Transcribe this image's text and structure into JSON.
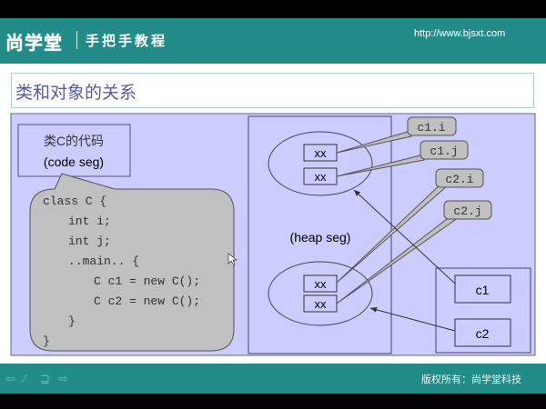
{
  "header": {
    "logo": "尚学堂",
    "slogan": "手把手教程",
    "url": "http://www.bjsxt.com"
  },
  "slide": {
    "title": "类和对象的关系",
    "code_label": [
      "类C的代码",
      "(code seg)"
    ],
    "code_lines": [
      "class C {",
      "int i;",
      "int j;",
      "..main.. {",
      "C c1 = new C();",
      "C c2 = new C();",
      "}",
      "}"
    ],
    "heap_label": "(heap seg)",
    "field_value": "xx",
    "callouts": [
      "c1.i",
      "c1.j",
      "c2.i",
      "c2.j"
    ],
    "stack_vars": [
      "c1",
      "c2"
    ]
  },
  "footer": {
    "nav_icons": [
      "arrow-left-icon",
      "pen-icon",
      "screen-icon",
      "arrow-right-icon"
    ],
    "copyright": "版权所有：尚学堂科技"
  },
  "colors": {
    "header": "#238c88",
    "panel": "#ccccff",
    "code_bubble": "#c0c0c0"
  }
}
